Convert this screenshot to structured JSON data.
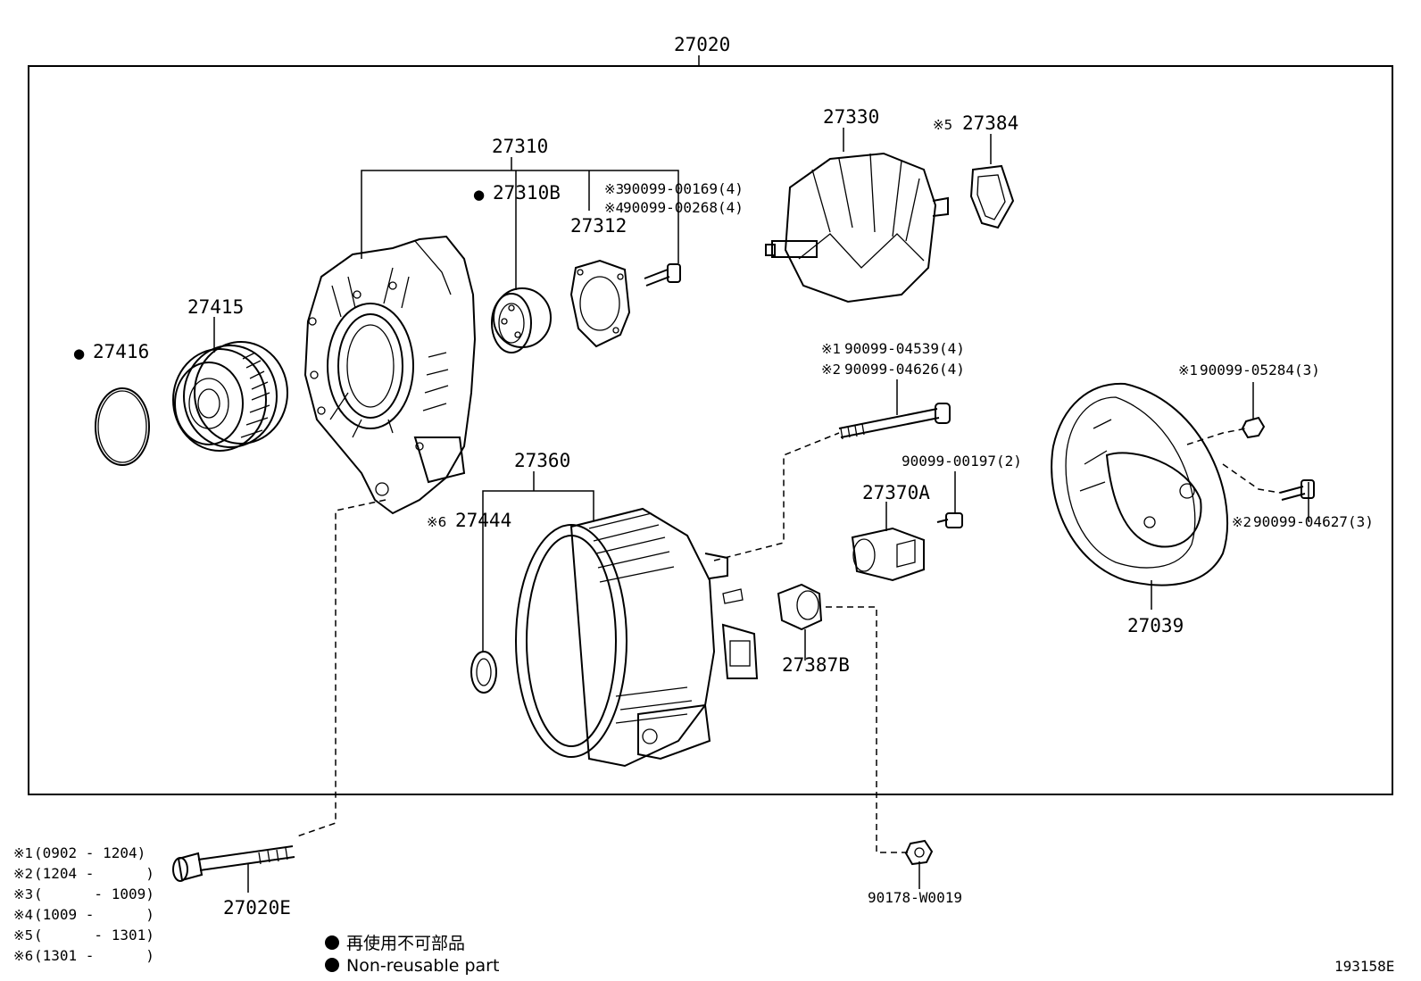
{
  "assembly": "27020",
  "parts": {
    "p27310": "27310",
    "p27310B": "27310B",
    "p27312": "27312",
    "p27330": "27330",
    "p27384": "27384",
    "p27415": "27415",
    "p27416": "27416",
    "p27360": "27360",
    "p27444": "27444",
    "p27370A": "27370A",
    "p27387B": "27387B",
    "p27039": "27039",
    "p27020E": "27020E",
    "p90178": "90178-W0019"
  },
  "bolts": {
    "b00169": "90099-00169(4)",
    "b00268": "90099-00268(4)",
    "b04539": "90099-04539(4)",
    "b04626": "90099-04626(4)",
    "b00197": "90099-00197(2)",
    "b05284": "90099-05284(3)",
    "b04627": "90099-04627(3)"
  },
  "marks": {
    "m1": "※1",
    "m2": "※2",
    "m3": "※3",
    "m4": "※4",
    "m5": "※5",
    "m6": "※6"
  },
  "bullet": "●",
  "notes": [
    {
      "mark": "※1",
      "range": "(0902 - 1204)"
    },
    {
      "mark": "※2",
      "range": "(1204 -      )"
    },
    {
      "mark": "※3",
      "range": "(      - 1009)"
    },
    {
      "mark": "※4",
      "range": "(1009 -      )"
    },
    {
      "mark": "※5",
      "range": "(      - 1301)"
    },
    {
      "mark": "※6",
      "range": "(1301 -      )"
    }
  ],
  "legend": {
    "jp": "再使用不可部品",
    "en": "Non-reusable part"
  },
  "figure_id": "193158E"
}
